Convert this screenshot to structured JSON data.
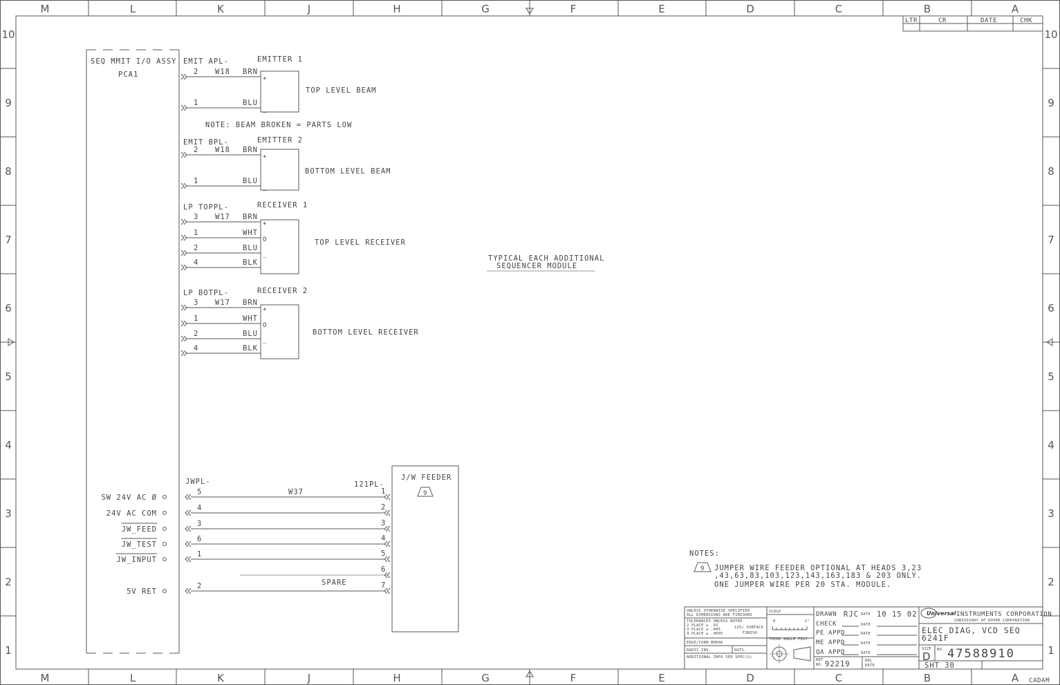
{
  "zones_top": [
    "M",
    "L",
    "K",
    "J",
    "H",
    "G",
    "F",
    "E",
    "D",
    "C",
    "B",
    "A"
  ],
  "zones_side": [
    "10",
    "9",
    "8",
    "7",
    "6",
    "5",
    "4",
    "3",
    "2",
    "1"
  ],
  "revision_block": {
    "headers": [
      "LTR",
      "CR",
      "DATE",
      "CHK"
    ]
  },
  "pca": {
    "title": "SEQ MMIT I/O ASSY",
    "ref": "PCA1"
  },
  "note_beam": "NOTE: BEAM BROKEN = PARTS LOW",
  "center_note": {
    "line1": "TYPICAL EACH ADDITIONAL",
    "line2": "SEQUENCER MODULE"
  },
  "sensors": [
    {
      "connector": "EMIT APL-",
      "device": "EMITTER 1",
      "cable": "W18",
      "label": "TOP LEVEL BEAM",
      "pins": [
        {
          "pin": "2",
          "wire": "BRN",
          "sym": "+"
        },
        {
          "pin": "1",
          "wire": "BLU",
          "sym": "_"
        }
      ]
    },
    {
      "connector": "EMIT BPL-",
      "device": "EMITTER 2",
      "cable": "W18",
      "label": "BOTTOM LEVEL BEAM",
      "pins": [
        {
          "pin": "2",
          "wire": "BRN",
          "sym": "+"
        },
        {
          "pin": "1",
          "wire": "BLU",
          "sym": "_"
        }
      ]
    },
    {
      "connector": "LP TOPPL-",
      "device": "RECEIVER 1",
      "cable": "W17",
      "label": "TOP LEVEL RECEIVER",
      "pins": [
        {
          "pin": "3",
          "wire": "BRN",
          "sym": "+"
        },
        {
          "pin": "1",
          "wire": "WHT",
          "sym": "O"
        },
        {
          "pin": "2",
          "wire": "BLU",
          "sym": "_"
        },
        {
          "pin": "4",
          "wire": "BLK",
          "sym": ""
        }
      ]
    },
    {
      "connector": "LP BOTPL-",
      "device": "RECEIVER 2",
      "cable": "W17",
      "label": "BOTTOM LEVEL RECEIVER",
      "pins": [
        {
          "pin": "3",
          "wire": "BRN",
          "sym": "+"
        },
        {
          "pin": "1",
          "wire": "WHT",
          "sym": "O"
        },
        {
          "pin": "2",
          "wire": "BLU",
          "sym": "_"
        },
        {
          "pin": "4",
          "wire": "BLK",
          "sym": ""
        }
      ]
    }
  ],
  "feeder": {
    "left_connector": "JWPL-",
    "right_connector": "121PL-",
    "cable": "W37",
    "title": "J/W FEEDER",
    "flag": "9",
    "spare": "SPARE",
    "signals": [
      {
        "name": "SW 24V AC Ø",
        "left_pin": "5",
        "right_pin": "1"
      },
      {
        "name": "24V AC COM",
        "left_pin": "4",
        "right_pin": "2"
      },
      {
        "name": "JW_FEED",
        "left_pin": "3",
        "right_pin": "3"
      },
      {
        "name": "JW_TEST",
        "left_pin": "6",
        "right_pin": "4"
      },
      {
        "name": "JW_INPUT",
        "left_pin": "1",
        "right_pin": "5"
      },
      {
        "name": "",
        "left_pin": "",
        "right_pin": "6"
      },
      {
        "name": "5V RET",
        "left_pin": "2",
        "right_pin": "7"
      }
    ]
  },
  "notes": {
    "heading": "NOTES:",
    "flag": "9",
    "lines": [
      "JUMPER WIRE FEEDER OPTIONAL AT HEADS 3,23",
      ",43,63,83,103,123,143,163,183 & 203 ONLY.",
      "ONE JUMPER WIRE PER 20 STA. MODULE."
    ]
  },
  "title_block": {
    "unless": [
      "UNLESS OTHERWISE SPECIFIED",
      "ALL DIMENSIONS ARE FINISHED"
    ],
    "tolerances": [
      "TOLERANCES UNLESS NOTED",
      "2 PLACE ± .02",
      "3 PLACE ± .005",
      "4 PLACE ± .0005"
    ],
    "finish": [
      "125/ SURFACE",
      "FINISH"
    ],
    "edge": "EDGE/CORN BREAK",
    "radii": "RADII INS.",
    "outs": "OUTS.",
    "additional": "ADDITIONAL INFO SEE SPEC(S)",
    "scale": "SCALE",
    "scale_0": "0",
    "scale_1": "1\"",
    "projection": "THIRD ANGLE PROJ.",
    "drawn": "DRAWN",
    "drawn_by": "RJC",
    "date_label": "DATE",
    "drawn_date": "10 15 02",
    "check": "CHECK",
    "pe_appd": "PE APPD",
    "me_appd": "ME APPD",
    "qa_appd": "QA APPD",
    "ref": "REF",
    "no": "NO.",
    "ref_no": "92219",
    "rel": "REL",
    "rel_date": "DATE",
    "company": "INSTRUMENTS CORPORATION",
    "logo": "Universal",
    "subsidiary": "SUBSIDIARY OF DOVER CORPORATION",
    "title1": "ELEC DIAG, VCD SEQ",
    "title2": "6241F",
    "size_label": "SIZE",
    "size": "D",
    "no_label": "NO.",
    "doc_no": "47588910",
    "sheet": "SHT 30",
    "cadam": "CADAM"
  }
}
